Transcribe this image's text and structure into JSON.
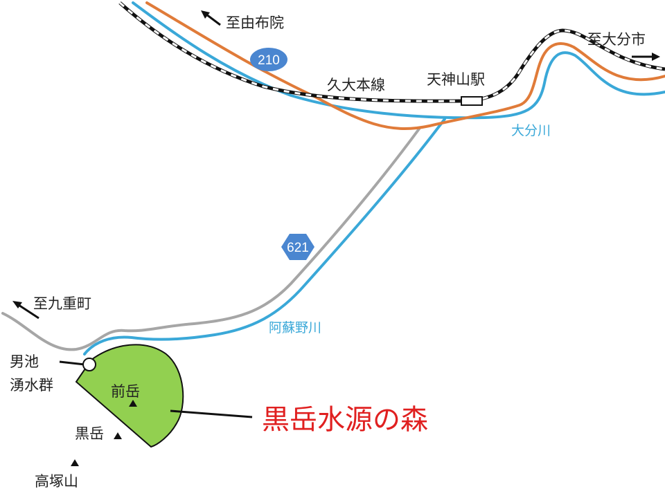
{
  "colors": {
    "river": "#3aa8d8",
    "route210": "#e07b39",
    "road621": "#a6a6a6",
    "rail": "#111111",
    "forest": "#92d050",
    "badge": "#4a86d0",
    "title": "#e02020"
  },
  "directions": {
    "yufuin": "至由布院",
    "oita_city": "至大分市",
    "kokonoe": "至九重町"
  },
  "railway": {
    "line_name": "久大本線",
    "station": "天神山駅"
  },
  "roads": {
    "route_210": "210",
    "route_621": "621"
  },
  "rivers": {
    "oita_river": "大分川",
    "asono_river": "阿蘇野川"
  },
  "places": {
    "ike_line1": "男池",
    "ike_line2": "湧水群",
    "maedake": "前岳",
    "kurodake": "黒岳",
    "takatsukayama": "高塚山"
  },
  "title": "黒岳水源の森"
}
